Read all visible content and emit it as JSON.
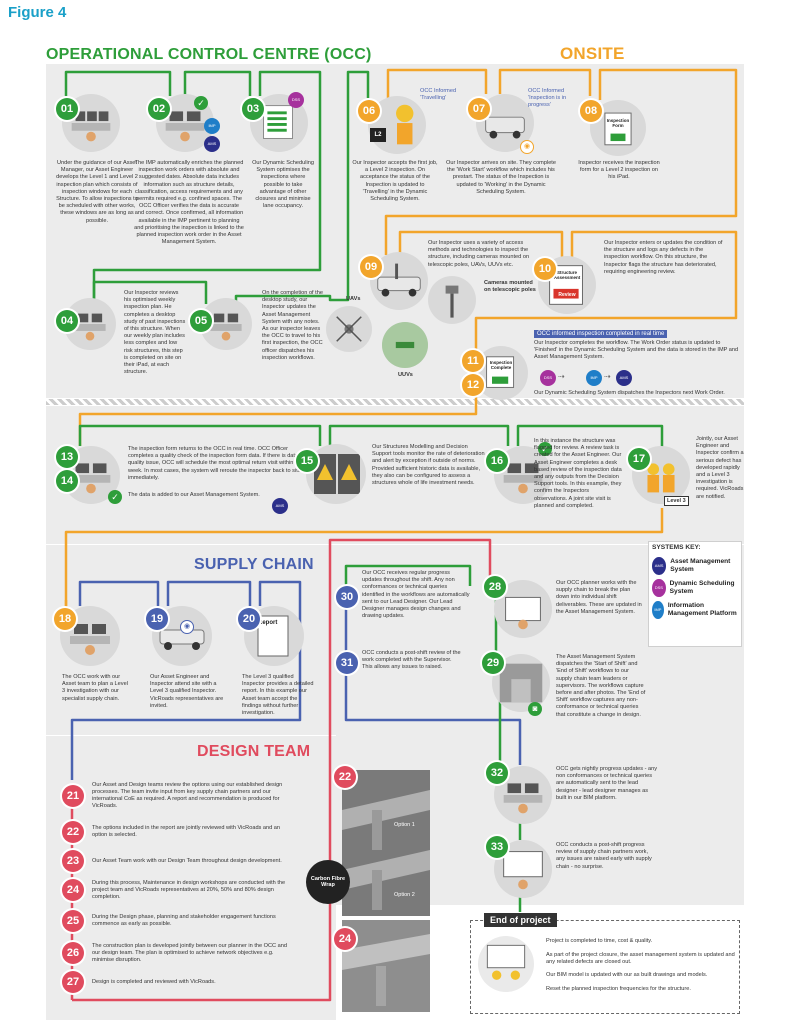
{
  "figure_label": "Figure 4",
  "sections": {
    "occ": "OPERATIONAL CONTROL CENTRE (OCC)",
    "onsite": "ONSITE",
    "supply": "SUPPLY CHAIN",
    "design": "DESIGN TEAM"
  },
  "icon_labels": {
    "ams": "AMS",
    "dss": "DSS",
    "imp": "IMP"
  },
  "colors": {
    "occ": "#2e9e3a",
    "onsite": "#f2a52b",
    "supply": "#4a62b0",
    "design": "#e04b5e",
    "ams": "#2b2f8a",
    "dss": "#a6319d",
    "imp": "#1f7ec8"
  },
  "steps": {
    "s01": {
      "num": "01",
      "text": "Under the guidance of our Asset Manager, our Asset Engineer develops the Level 1 and Level 2 inspection plan which consists of inspection windows for each Structure. To allow inspections to be scheduled with other works, these windows are as long as possible."
    },
    "s02": {
      "num": "02",
      "text": "The IMP automatically enriches the planned inspection work orders with absolute and suggested dates. Absolute data includes information such as structure details, classification, access requirements and any permits required e.g. confined spaces. The OCC Officer verifies the data is accurate and correct. Once confirmed, all information available in the IMP pertinent to planning and prioritising the inspection is linked to the planned inspection work order in the Asset Management System."
    },
    "s03": {
      "num": "03",
      "text": "Our Dynamic Scheduling System optimises the inspections where possible to take advantage of other closures and minimise lane occupancy."
    },
    "s04": {
      "num": "04",
      "text": "Our Inspector reviews his optimised weekly inspection plan. He completes a desktop study of past inspections of this structure. When our weekly plan includes less complex and low risk structures, this step is completed on site on their iPad, at each structure."
    },
    "s05": {
      "num": "05",
      "text": "On the completion of the desktop study, our Inspector updates the Asset Management System with any notes. As our inspector leaves the OCC to travel to his first inspection, the OCC officer dispatches his inspection workflows."
    },
    "s06": {
      "num": "06",
      "text": "Our Inspector accepts the first job, a Level 2 inspection. On acceptance the status of the Inspection is updated to 'Travelling' in the Dynamic Scheduling System.",
      "tag": "OCC Informed 'Travelling'",
      "sign": "L2"
    },
    "s07": {
      "num": "07",
      "text": "Our Inspector arrives on site. They complete the 'Work Start' workflow which includes his prestart. The status of the Inspection is updated to 'Working' in the Dynamic Scheduling System.",
      "tag": "OCC Informed 'Inspection is in progress'"
    },
    "s08": {
      "num": "08",
      "text": "Inspector receives the inspection form for a Level 2 inspection on his iPad.",
      "sign": "Inspection Form"
    },
    "s09": {
      "num": "09",
      "text": "Our Inspector uses a variety of access methods and technologies to inspect the structure, including cameras mounted on telescopic poles, UAVs, UUVs etc.",
      "uavs": "UAVs",
      "uuvs": "UUVs",
      "cam": "Cameras mounted on telescopic poles"
    },
    "s10": {
      "num": "10",
      "text": "Our Inspector enters or updates the condition of the structure and logs any defects in the inspection workflow. On this structure, the Inspector flags the structure has deteriorated, requiring engineering review.",
      "sign1": "Structure Assessment",
      "sign2": "Review"
    },
    "s11": {
      "num": "11",
      "sign": "Inspection Complete"
    },
    "s12": {
      "num": "12",
      "tag": "OCC informed inspection completed in real time",
      "text": "Our Inspector completes the workflow. The Work Order status is updated to 'Finished' in the Dynamic Scheduling System and the data is stored in the IMP and Asset Management System.",
      "text2": "Our Dynamic Scheduling System dispatches the Inspectors next Work Order."
    },
    "s13": {
      "num": "13",
      "text": "The inspection form returns to the OCC in real time. OCC Officer completes a quality check of the inspection form data. If there is data quality issue, OCC will schedule the most optimal return visit within the week. In most cases, the system will reroute the inspector back to site immediately.",
      "text2": "The data is added to our Asset Management System."
    },
    "s14": {
      "num": "14"
    },
    "s15": {
      "num": "15",
      "text": "Our Structures Modelling and Decision Support tools monitor the rate of deterioration and alert by exception if outside of norms. Provided sufficient historic data is available, they also can be configured to assess a structures whole of life investment needs."
    },
    "s16": {
      "num": "16",
      "text": "In this instance the structure was flagged for review. A review task is created for the Asset Engineer. Our Asset Engineer completes a desk based review of the inspection data and any outputs from the Decision Support tools. In this example, they confirm the Inspectors observations. A joint site visit is planned and completed."
    },
    "s17": {
      "num": "17",
      "text": "Jointly, our Asset Engineer and Inspector confirm a serious defect has developed rapidly and a Level 3 investigation is required. VicRoads are notified.",
      "sign": "Level 3"
    },
    "s18": {
      "num": "18",
      "text": "The OCC work with our Asset team to plan a Level 3 investigation with our specialist supply chain."
    },
    "s19": {
      "num": "19",
      "text": "Our Asset Engineer and Inspector attend site with a Level 3 qualified Inspector. VicRoads representatives are invited."
    },
    "s20": {
      "num": "20",
      "text": "The Level 3 qualified Inspector provides a detailed report. In this example our Asset team accept the findings without further investigation.",
      "sign": "Report"
    },
    "s21": {
      "num": "21",
      "text": "Our Asset and Design teams review the options using our established design processes. The team invite input from key supply chain partners and our international CoE as required. A report and recommendation is produced for VicRoads."
    },
    "s22": {
      "num": "22",
      "text": "The options included in the report are jointly reviewed with VicRoads and an option is selected.",
      "opt1": "Option 1",
      "opt2": "Option 2",
      "wrap": "Carbon Fibre Wrap"
    },
    "s23": {
      "num": "23",
      "text": "Our Asset Team work with our Design Team throughout design development."
    },
    "s24": {
      "num": "24",
      "text": "During this process, Maintenance in design workshops are conducted with the project team and VicRoads representatives at 20%, 50% and 80% design completion."
    },
    "s25": {
      "num": "25",
      "text": "During the Design phase, planning and stakeholder engagement functions commence as early as possible."
    },
    "s26": {
      "num": "26",
      "text": "The construction plan is developed jointly between our planner in the OCC and our design team. The plan is optimised to achieve network objectives e.g. minimise disruption."
    },
    "s27": {
      "num": "27",
      "text": "Design is completed and reviewed with VicRoads."
    },
    "s28": {
      "num": "28",
      "text": "Our OCC planner works with the supply chain to break the plan down into individual shift deliverables. These are updated in the Asset Management System."
    },
    "s29": {
      "num": "29",
      "text": "The Asset Management System dispatches the 'Start of Shift' and 'End of Shift' workflows to our supply chain team leaders or supervisors. The workflows capture before and after photos. The 'End of Shift' workflow captures any non-conformance or technical queries that constitute a change in design."
    },
    "s30": {
      "num": "30",
      "text": "Our OCC receives regular progress updates throughout the shift. Any non conformances or technical queries identified in the workflows are automatically sent to our Lead Designer. Our Lead Designer manages design changes and drawing updates."
    },
    "s31": {
      "num": "31",
      "text": "OCC conducts a post-shift review of the work completed with the Supervisor. This allows any issues to raised."
    },
    "s32": {
      "num": "32",
      "text": "OCC gets nightly progress updates - any non conformances or technical queries are automatically sent to the lead designer - lead designer manages as built in our BIM platform."
    },
    "s33": {
      "num": "33",
      "text": "OCC conducts a post-shift progress review of supply chain partners work, any issues are raised early with supply chain - no surprise."
    }
  },
  "systems_key": {
    "title": "SYSTEMS KEY:",
    "items": [
      {
        "icon": "AMS",
        "label": "Asset Management System"
      },
      {
        "icon": "DSS",
        "label": "Dynamic Scheduling System"
      },
      {
        "icon": "IMP",
        "label": "Information Management Platform"
      }
    ]
  },
  "end_of_project": {
    "title": "End of project",
    "lines": [
      "Project is completed to time, cost & quality.",
      "As part of the project closure, the asset management system is updated and any related defects are closed out.",
      "Our BIM model is updated with our as built drawings and models.",
      "Reset the planned inspection frequencies for the structure."
    ]
  }
}
